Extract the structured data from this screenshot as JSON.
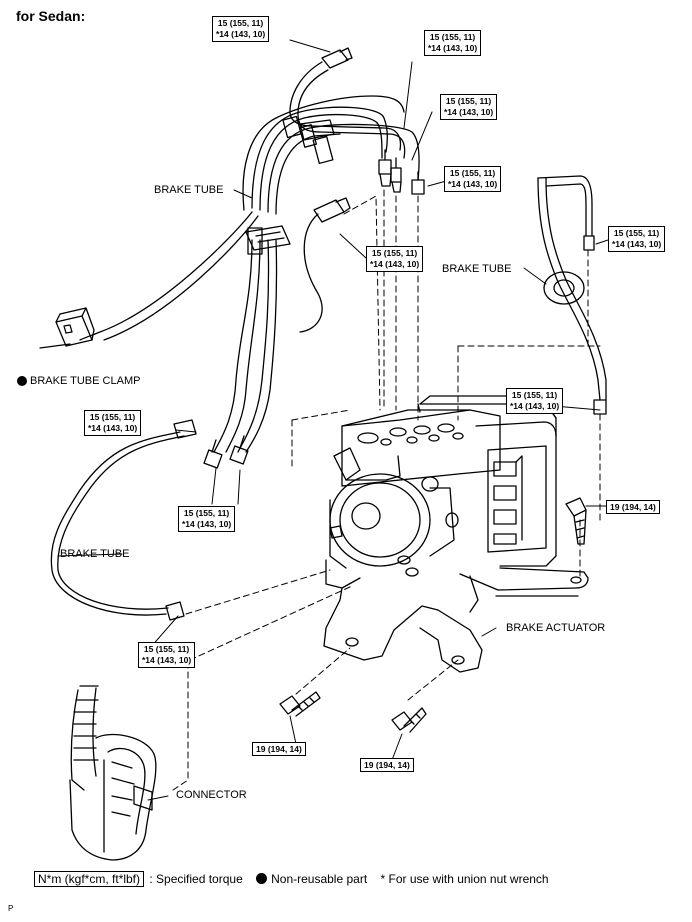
{
  "title": "for Sedan:",
  "torque_std": {
    "line1": "15 (155, 11)",
    "line2": "*14 (143, 10)"
  },
  "torque_bolt": "19 (194, 14)",
  "labels": {
    "brake_tube": "BRAKE TUBE",
    "brake_tube_clamp": "BRAKE TUBE CLAMP",
    "brake_actuator": "BRAKE ACTUATOR",
    "connector": "CONNECTOR"
  },
  "legend": {
    "unit": "N*m (kgf*cm, ft*lbf)",
    "specified": ": Specified torque",
    "non_reusable": "Non-reusable part",
    "union_note": "* For use with union nut wrench"
  },
  "corner_mark": "P"
}
